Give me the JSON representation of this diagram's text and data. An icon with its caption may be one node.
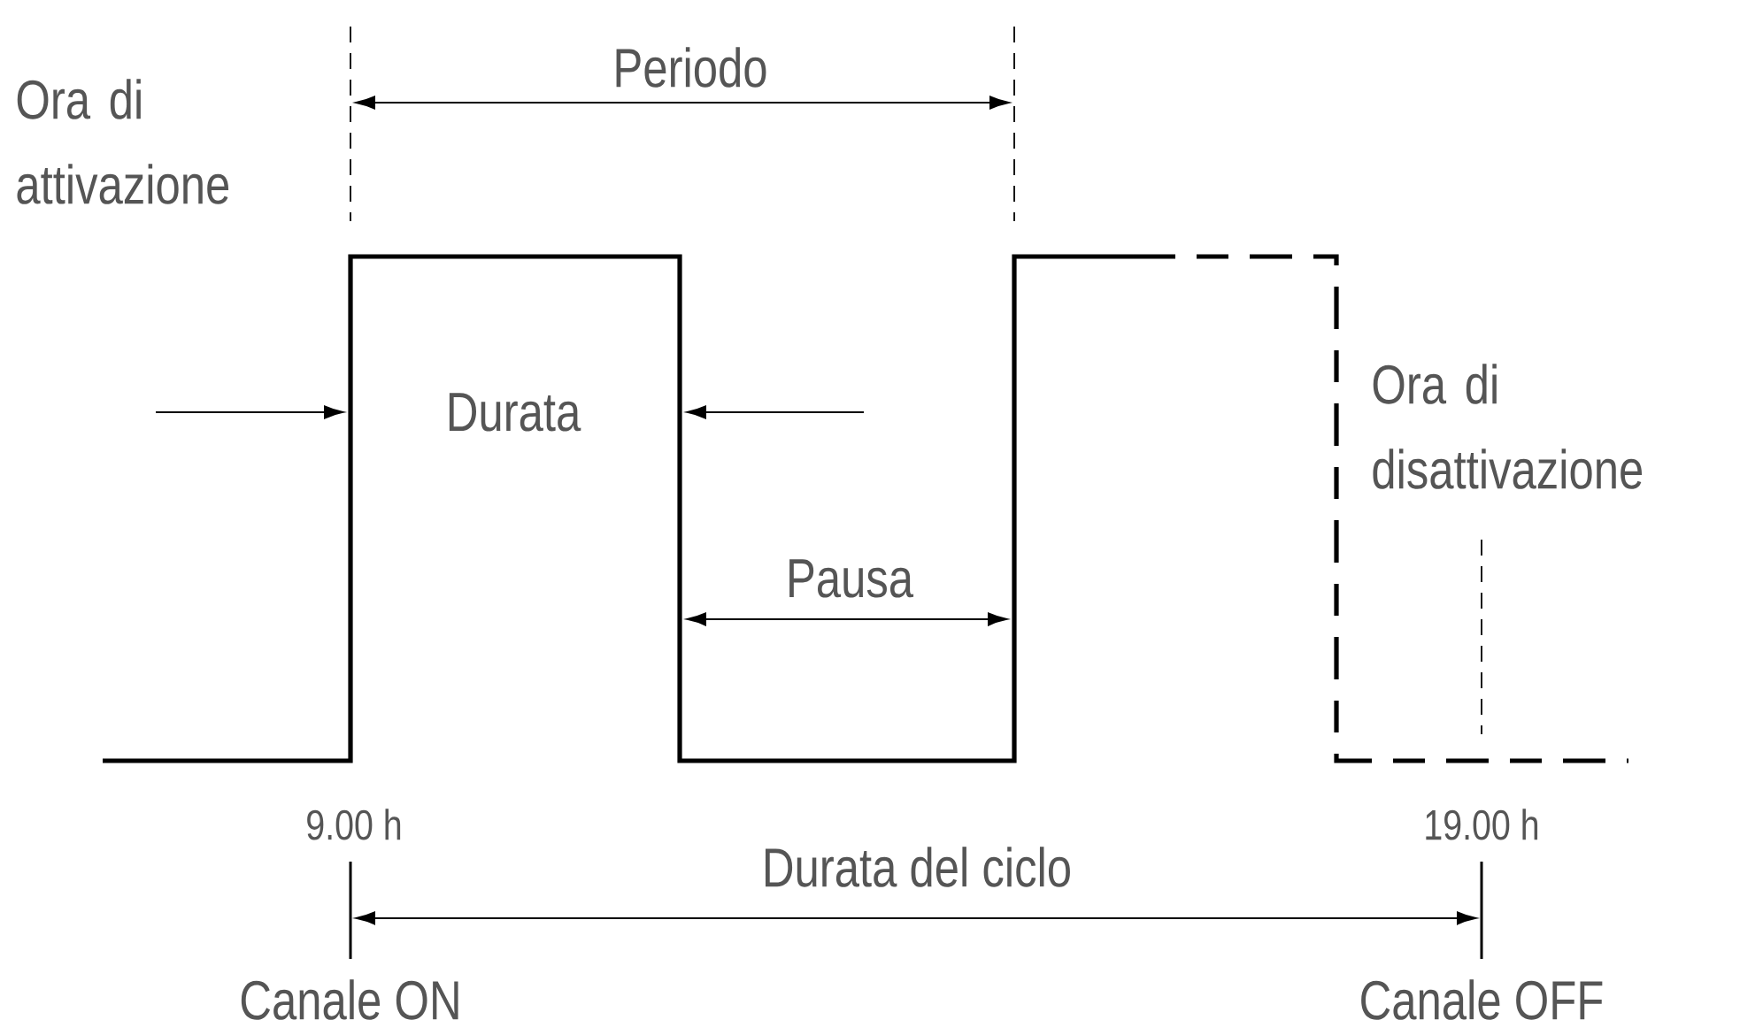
{
  "diagram": {
    "labels": [
      "Periodo",
      "Ora di attivazione",
      "Durata",
      "Ora di disattivazione",
      "Pausa",
      "9.00 h",
      "19.00 h",
      "Durata del ciclo",
      "Canale ON",
      "Canale OFF"
    ]
  }
}
